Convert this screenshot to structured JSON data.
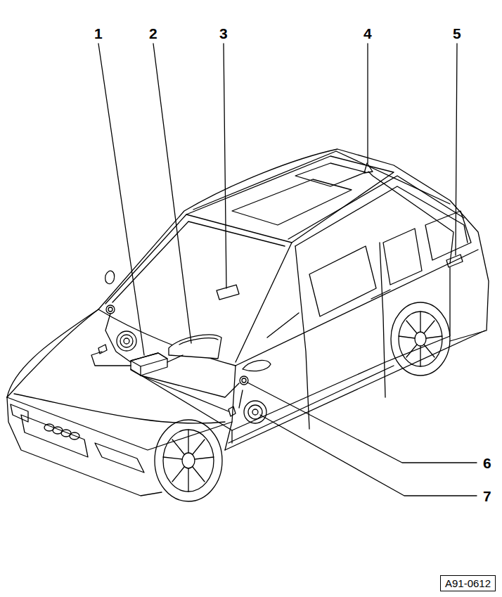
{
  "diagram": {
    "nodes": [
      {
        "text": [
          "A91-0612"
        ]
      }
    ],
    "labels": [
      "1",
      "2",
      "3",
      "4",
      "5",
      "6",
      "7"
    ]
  }
}
